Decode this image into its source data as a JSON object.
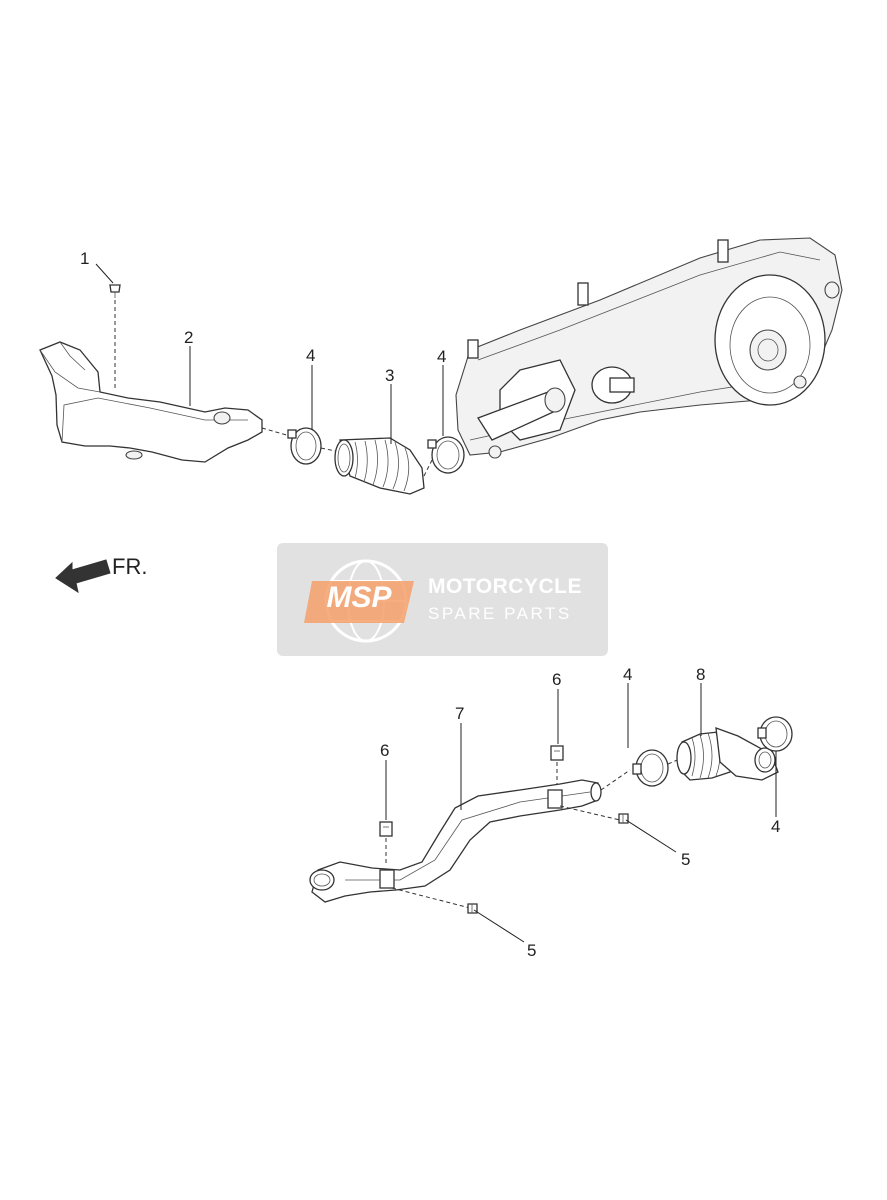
{
  "callouts": {
    "c1": "1",
    "c2": "2",
    "c3": "3",
    "c4a": "4",
    "c4b": "4",
    "c4c": "4",
    "c4d": "4",
    "c5a": "5",
    "c5b": "5",
    "c6a": "6",
    "c6b": "6",
    "c7": "7",
    "c8": "8"
  },
  "direction_label": "FR.",
  "watermark": {
    "logo_text": "MSP",
    "line1": "MOTORCYCLE",
    "line2": "SPARE PARTS",
    "logo_color": "#f4a06a",
    "box_color": "#c8c8c8"
  },
  "icons": [
    "front-direction-arrow-icon",
    "msp-globe-logo-icon"
  ]
}
